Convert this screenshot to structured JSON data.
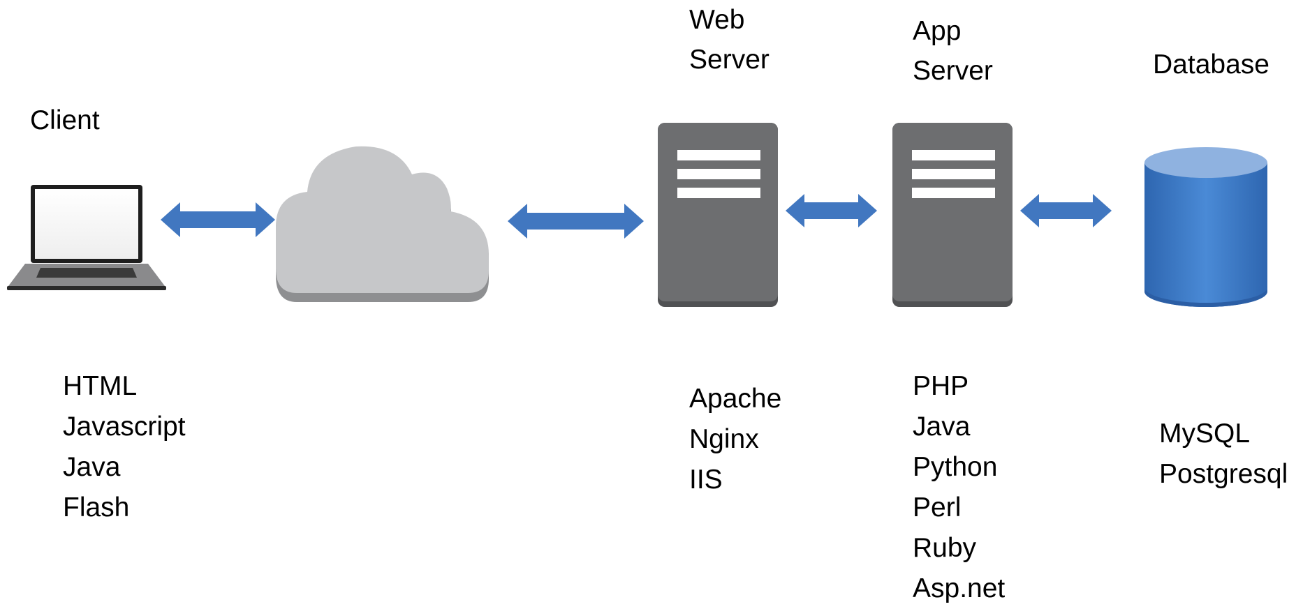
{
  "nodes": {
    "client": {
      "title": "Client",
      "items": [
        "HTML",
        "Javascript",
        "Java",
        "Flash"
      ]
    },
    "web_server": {
      "title_lines": [
        "Web",
        "Server"
      ],
      "items": [
        "Apache",
        "Nginx",
        "IIS"
      ]
    },
    "app_server": {
      "title_lines": [
        "App",
        "Server"
      ],
      "items": [
        "PHP",
        "Java",
        "Python",
        "Perl",
        "Ruby",
        "Asp.net"
      ]
    },
    "database": {
      "title": "Database",
      "items": [
        "MySQL",
        "Postgresql"
      ]
    }
  },
  "icons": {
    "client": "laptop-icon",
    "network": "cloud-icon",
    "web_server": "server-icon",
    "app_server": "server-icon",
    "database": "database-cylinder-icon",
    "connector": "double-arrow-icon"
  },
  "colors": {
    "arrow": "#4177c0",
    "cloud": "#c6c7c9",
    "server": "#6d6e70",
    "database": "#3b78c4"
  }
}
